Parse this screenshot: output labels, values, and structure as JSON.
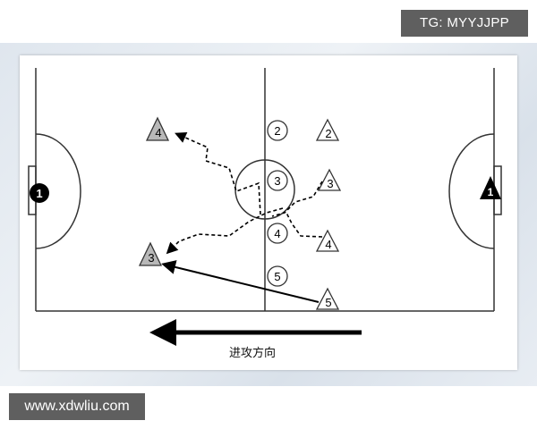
{
  "watermark_top": "TG: MYYJJPP",
  "watermark_bottom": "www.xdwliu.com",
  "caption": "进攻方向",
  "left_goalkeeper": "1",
  "right_goalkeeper": "1",
  "defenders": {
    "d2": "2",
    "d3": "3",
    "d4": "4",
    "d5": "5"
  },
  "attackers": {
    "a2": "2",
    "a3": "3",
    "a4": "4",
    "a5": "5",
    "target4": "4",
    "target3": "3"
  },
  "colors": {
    "pitch_line": "#333333",
    "shaded_triangle": "#b8b8b8",
    "watermark_bg": "#5f5f5f"
  }
}
